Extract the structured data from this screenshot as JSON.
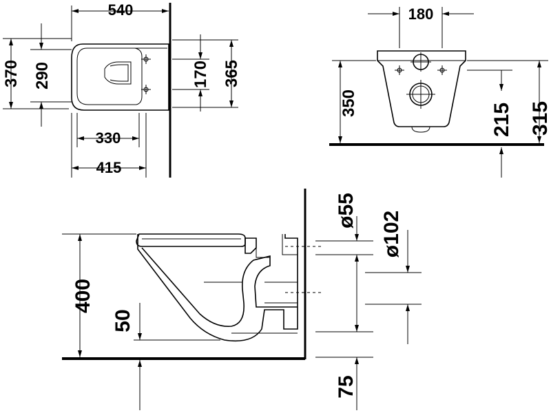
{
  "dimensions": {
    "top_view": {
      "width_540": "540",
      "height_370": "370",
      "height_290": "290",
      "hole_spacing_170": "170",
      "height_365": "365",
      "depth_330": "330",
      "depth_415": "415"
    },
    "front_view": {
      "width_180": "180",
      "height_350": "350",
      "height_215": "215",
      "height_315": "315"
    },
    "side_view": {
      "dia_55": "ø55",
      "dia_102": "ø102",
      "height_400": "400",
      "height_50": "50",
      "height_75": "75"
    }
  }
}
